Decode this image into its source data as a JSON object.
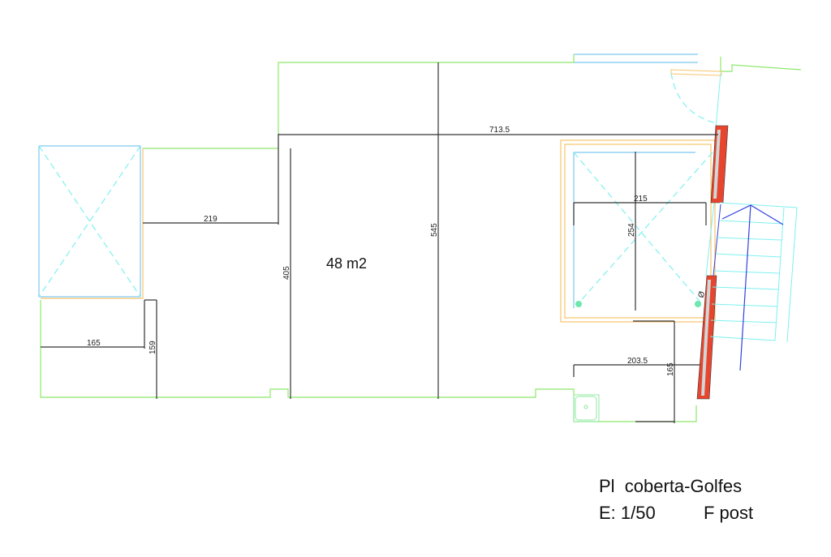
{
  "area_label": "48 m2",
  "dimensions": {
    "total_width": "713.5",
    "height_main": "545",
    "height_left": "405",
    "width_219": "219",
    "width_165": "165",
    "height_159": "159",
    "room_width": "215",
    "room_height": "254",
    "lower_width": "203.5",
    "lower_height": "165",
    "symbol": "Ø"
  },
  "title_block": {
    "title": "Pl  coberta-Golfes",
    "scale": "E: 1/50",
    "note": "F post"
  },
  "colors": {
    "wall": "#e8452f",
    "outline": "#8ce86a",
    "dim": "#333333"
  }
}
